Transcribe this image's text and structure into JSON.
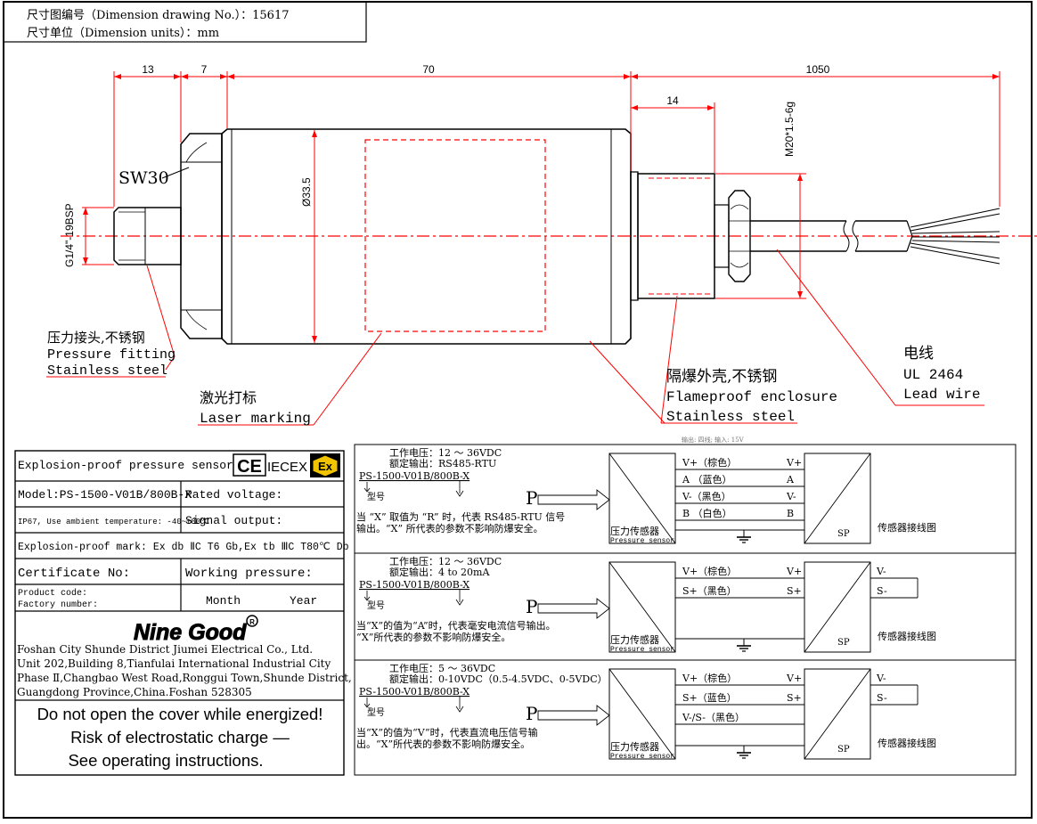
{
  "header": {
    "drawing_no": "尺寸图编号（Dimension drawing No.）：15617",
    "units": "尺寸单位（Dimension units）：mm"
  },
  "drawing": {
    "dims": {
      "d13": "13",
      "d7": "7",
      "d70": "70",
      "d1050": "1050",
      "d14": "14",
      "dia": "Ø33.5",
      "thread_left": "G1/4\"-19BSP",
      "thread_right": "M20*1.5-6g",
      "wrench": "SW30"
    },
    "callouts": {
      "fitting_cn": "压力接头,不锈钢",
      "fitting_en1": "Pressure fitting",
      "fitting_en2": "Stainless steel",
      "laser_cn": "激光打标",
      "laser_en": "Laser marking",
      "enclosure_cn": "隔爆外壳,不锈钢",
      "enclosure_en1": "Flameproof enclosure",
      "enclosure_en2": "Stainless steel",
      "wire_cn": "电线",
      "wire_en1": "UL 2464",
      "wire_en2": "Lead wire"
    }
  },
  "nameplate": {
    "title": "Explosion-proof pressure sensor",
    "ce_mark": "CE",
    "iecex": "IECEX",
    "ex_mark": "Ex",
    "model": "Model:PS-1500-V01B/800B-X",
    "rated_voltage": "Rated voltage:",
    "ip_text": "IP67, Use ambient temperature: -40~+80℃",
    "signal_output": "Signal output:",
    "ex_mark_text": "Explosion-proof mark: Ex db ⅡC T6 Gb,Ex tb ⅢC T80℃ Db",
    "certificate": "Certificate No:",
    "working_pressure": "Working pressure:",
    "product_code": "Product code:",
    "factory_number": "Factory number:",
    "month": "Month",
    "year": "Year",
    "brand": "Nine Good",
    "company1": "Foshan City Shunde District Jiumei Electrical Co., Ltd.",
    "company2": "Unit 202,Building 8,Tianfulai International Industrial City",
    "company3": "Phase Ⅱ,Changbao West Road,Ronggui Town,Shunde District,",
    "company4": "Guangdong Province,China.Foshan 528305",
    "warning1": "Do not open the cover while energized!",
    "warning2": "Risk of electrostatic charge —",
    "warning3": "See operating instructions."
  },
  "wiring": {
    "faint_top": "输出: 四线; 输入: 15V",
    "p_label": "P",
    "type_label": "型号",
    "sensor_cn": "压力传感器",
    "sensor_en": "Pressure sensor",
    "sp": "SP",
    "diagram_label": "传感器接线图",
    "panels": [
      {
        "voltage": "工作电压：12 ～ 36VDC",
        "output": "额定输出：RS485-RTU",
        "model": "PS-1500-V01B/800B-X",
        "note1": "当 “X” 取值为 “R” 时，代表 RS485-RTU 信号",
        "note2": "输出。“X” 所代表的参数不影响防爆安全。",
        "wires": [
          {
            "label": "V+（棕色）",
            "end": "V+"
          },
          {
            "label": "A （蓝色）",
            "end": "A"
          },
          {
            "label": "V-（黑色）",
            "end": "V-"
          },
          {
            "label": "B （白色）",
            "end": "B"
          }
        ],
        "right_terms": []
      },
      {
        "voltage": "工作电压：12 ～ 36VDC",
        "output": "额定输出：4 to 20mA",
        "model": "PS-1500-V01B/800B-X",
        "note1": "当“X”的值为“A”时，代表毫安电流信号输出。",
        "note2": "“X”所代表的参数不影响防爆安全。",
        "wires": [
          {
            "label": "V+（棕色）",
            "end": "V+"
          },
          {
            "label": "S+（黑色）",
            "end": "S+"
          }
        ],
        "right_terms": [
          "V-",
          "S-"
        ]
      },
      {
        "voltage": "工作电压：5 ～ 36VDC",
        "output": "额定输出：0-10VDC（0.5-4.5VDC、0-5VDC）",
        "model": "PS-1500-V01B/800B-X",
        "note1": "当“X”的值为“V”时，代表直流电压信号输",
        "note2": "出。“X”所代表的参数不影响防爆安全。",
        "wires": [
          {
            "label": "V+（棕色）",
            "end": "V+"
          },
          {
            "label": "S+（蓝色）",
            "end": "S+"
          },
          {
            "label": "V-/S-（黑色）",
            "end": ""
          }
        ],
        "right_terms": [
          "V-",
          "S-"
        ]
      }
    ]
  },
  "colors": {
    "dimension": "#ff0000",
    "outline": "#000000"
  }
}
